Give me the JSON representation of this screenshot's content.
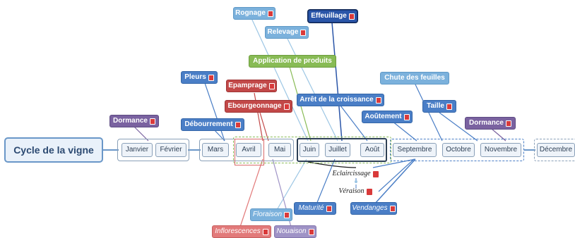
{
  "root": {
    "label": "Cycle de la vigne"
  },
  "months": [
    "Janvier",
    "Février",
    "Mars",
    "Avril",
    "Mai",
    "Juin",
    "Juillet",
    "Août",
    "Septembre",
    "Octobre",
    "Novembre",
    "Décembre"
  ],
  "tasks": {
    "rognage": "Rognage",
    "effeuillage": "Effeuillage",
    "relevage": "Relevage",
    "application": "Application de produits",
    "pleurs": "Pleurs",
    "epamprage": "Epamprage",
    "ebourgeonnage": "Ebourgeonnage",
    "arret": "Arrêt de la croissance",
    "chute": "Chute des feuilles",
    "taille": "Taille",
    "aoutement": "Aoûtement",
    "dormance_left": "Dormance",
    "dormance_right": "Dormance",
    "debourrement": "Débourrement",
    "eclaircissage": "Eclaircissage",
    "veraison": "Véraison",
    "maturite": "Maturité",
    "vendanges": "Vendanges",
    "floraison": "Floraison",
    "inflorescences": "Inflorescences",
    "nouaison": "Nouaison"
  },
  "colors": {
    "blue": "#4a7ec6",
    "light_blue": "#7bb1dc",
    "green": "#88bb55",
    "red": "#c24848",
    "purple": "#7a62a0",
    "navy": "#2a55a8",
    "salmon": "#e27a7a",
    "lavender": "#9f93c6"
  },
  "icons": {
    "note": "note-icon"
  }
}
